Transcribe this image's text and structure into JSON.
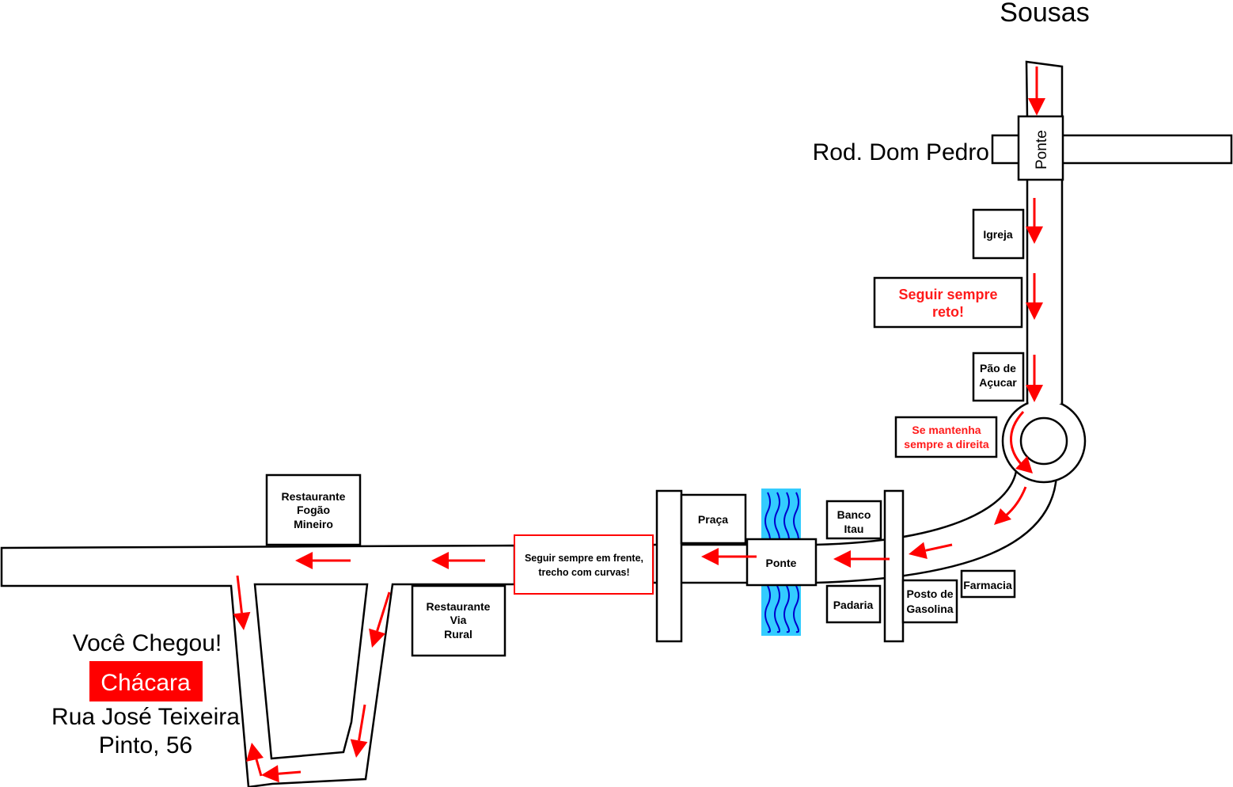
{
  "places": {
    "sousas": "Sousas",
    "rod_dom_pedro": "Rod. Dom Pedro",
    "ponte_top": "Ponte",
    "igreja": "Igreja",
    "pao_de_acucar": [
      "Pão de",
      "Açucar"
    ],
    "banco_itau": [
      "Banco",
      "Itau"
    ],
    "padaria": "Padaria",
    "posto": [
      "Posto de",
      "Gasolina"
    ],
    "farmacia": "Farmacia",
    "ponte_mid": "Ponte",
    "praca": "Praça",
    "restaurante_via_rural": [
      "Restaurante",
      "Via",
      "Rural"
    ],
    "restaurante_fogao": [
      "Restaurante",
      "Fogão",
      "Mineiro"
    ]
  },
  "notes": {
    "seguir_reto": [
      "Seguir sempre",
      "reto!"
    ],
    "mantenha_direita": [
      "Se mantenha",
      "sempre a direita"
    ],
    "seguir_frente": [
      "Seguir sempre em frente,",
      "trecho com curvas!"
    ]
  },
  "destination": {
    "arrived": "Você Chegou!",
    "chacara": "Chácara",
    "address_line1": "Rua José Teixeira",
    "address_line2": "Pinto, 56"
  },
  "colors": {
    "accent": "#ff0000",
    "river": "#33ccff",
    "river_waves": "#0000cc"
  }
}
